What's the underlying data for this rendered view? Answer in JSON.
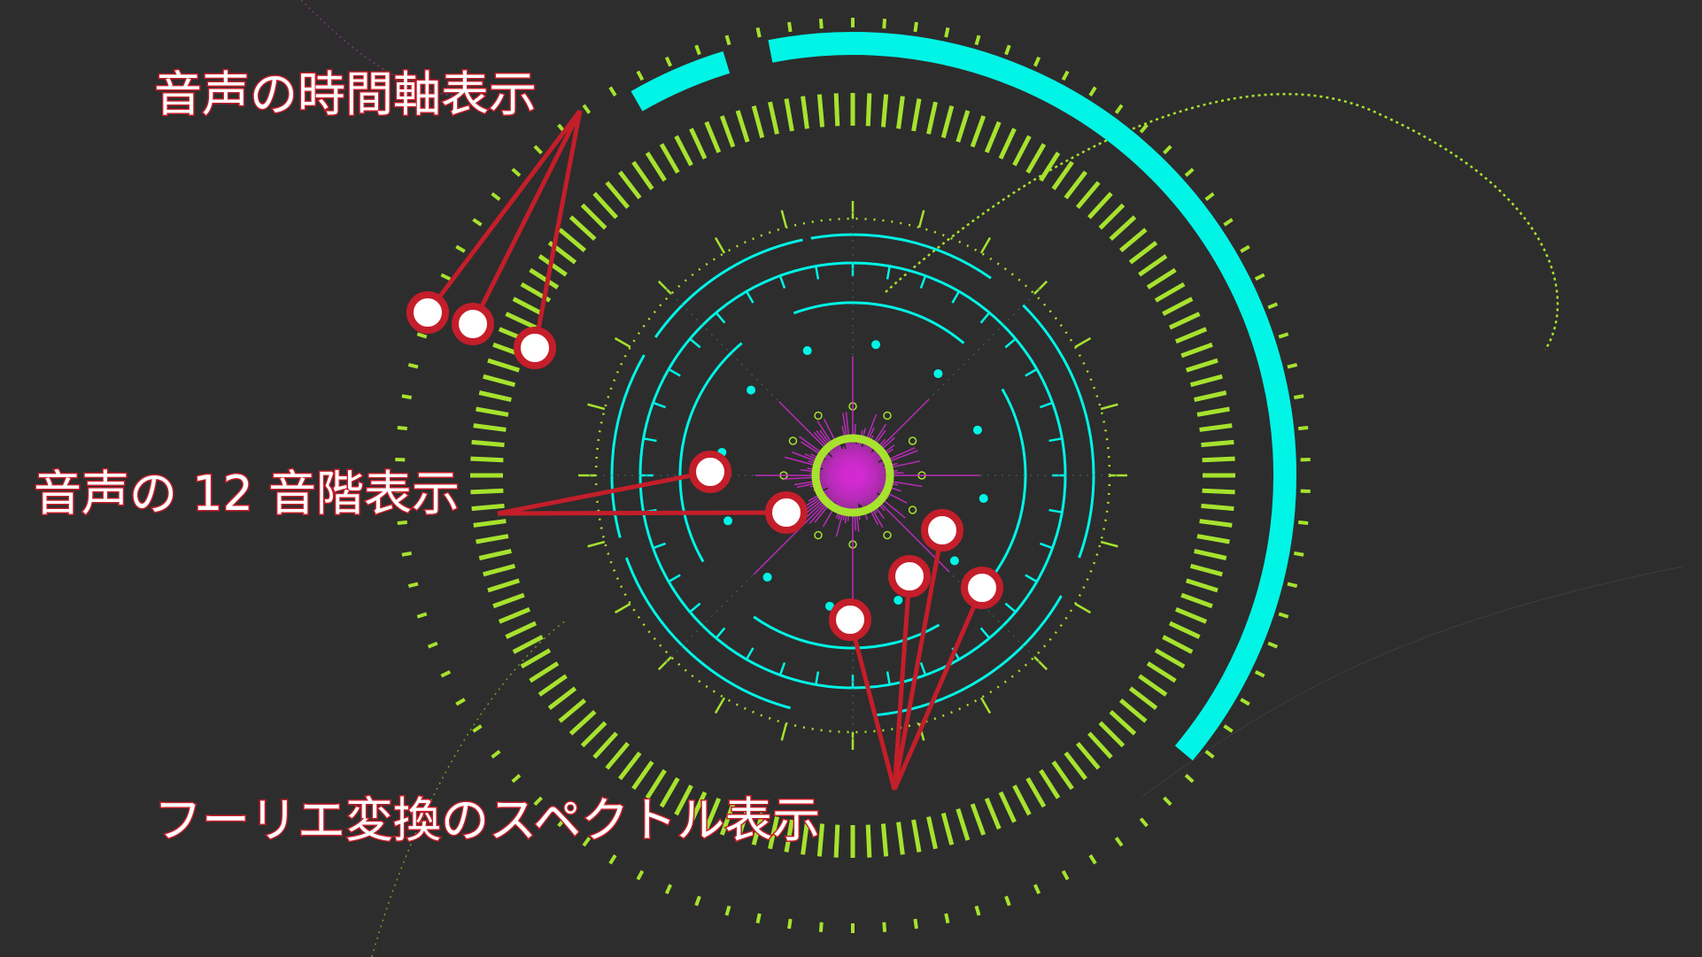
{
  "annotations": {
    "time_axis": "音声の時間軸表示",
    "twelve_tone": "音声の 12 音階表示",
    "fourier_spectrum": "フーリエ変換のスペクトル表示"
  },
  "colors": {
    "background": "#2d2d2d",
    "cyan": "#00f5e6",
    "lime": "#a6e22e",
    "magenta": "#d22bd2",
    "callout_red": "#c41e2a",
    "marker_fill": "#ffffff"
  },
  "icons": [
    "callout-marker-icon"
  ]
}
